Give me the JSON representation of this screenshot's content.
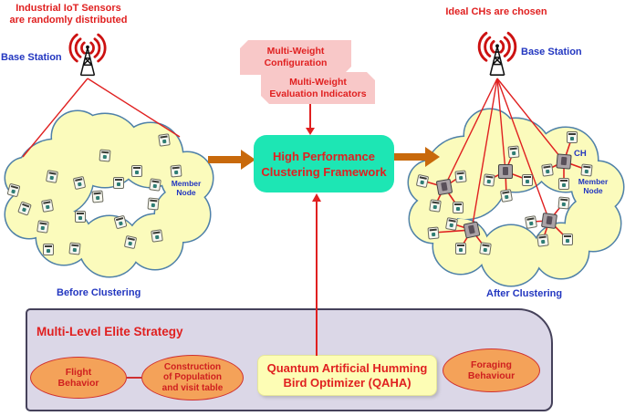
{
  "left_scene": {
    "title": "Industrial IoT Sensors\nare randomly distributed",
    "base_station": "Base Station",
    "member_node": "Member\nNode",
    "caption": "Before Clustering"
  },
  "right_scene": {
    "title": "Ideal CHs are chosen",
    "base_station": "Base Station",
    "ch_label": "CH",
    "member_node": "Member\nNode",
    "caption": "After Clustering"
  },
  "pipeline": {
    "config_note": "Multi-Weight\nConfiguration",
    "eval_note": "Multi-Weight\nEvaluation Indicators",
    "framework": "High Performance\nClustering Framework"
  },
  "strategy_panel": {
    "title": "Multi-Level Elite Strategy",
    "flight": "Flight\nBehavior",
    "construction": "Construction\nof  Population\nand visit table",
    "qaha": "Quantum Artificial Humming\nBird  Optimizer (QAHA)",
    "foraging": "Foraging\nBehaviour"
  },
  "colors": {
    "red_text": "#E02020",
    "blue_text": "#2236C0",
    "cloud_fill": "#FBFBBC",
    "cloud_stroke": "#4F81A8",
    "framework_fill": "#1DE6B4",
    "note_fill": "#F8C8C8",
    "panel_fill": "#DBD7E7",
    "ellipse_fill": "#F4A259",
    "qaha_fill": "#FDFDB5",
    "arrow_orange": "#C8690B",
    "line_red": "#E02020"
  }
}
